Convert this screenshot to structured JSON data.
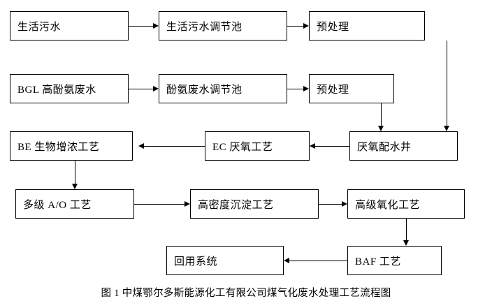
{
  "diagram": {
    "title": "图 1 中煤鄂尔多斯能源化工有限公司煤气化废水处理工艺流程图",
    "nodes": [
      {
        "id": "domestic_sewage",
        "label": "生活污水"
      },
      {
        "id": "domestic_regulating_tank",
        "label": "生活污水调节池"
      },
      {
        "id": "pretreatment_1",
        "label": "预处理"
      },
      {
        "id": "bgl_phenol_ammonia_wastewater",
        "label": "BGL 高酚氨废水"
      },
      {
        "id": "phenol_ammonia_regulating_tank",
        "label": "酚氨废水调节池"
      },
      {
        "id": "pretreatment_2",
        "label": "预处理"
      },
      {
        "id": "anaerobic_distribution_well",
        "label": "厌氧配水井"
      },
      {
        "id": "ec_anaerobic_process",
        "label": "EC 厌氧工艺"
      },
      {
        "id": "be_bio_enrichment_process",
        "label": "BE 生物增浓工艺"
      },
      {
        "id": "multistage_ao_process",
        "label": "多级 A/O 工艺"
      },
      {
        "id": "high_density_sedimentation_process",
        "label": "高密度沉淀工艺"
      },
      {
        "id": "advanced_oxidation_process",
        "label": "高级氧化工艺"
      },
      {
        "id": "baf_process",
        "label": "BAF 工艺"
      },
      {
        "id": "reuse_system",
        "label": "回用系统"
      }
    ],
    "colors": {
      "line": "#000000",
      "box_fill": "#ffffff",
      "text": "#000000"
    }
  }
}
